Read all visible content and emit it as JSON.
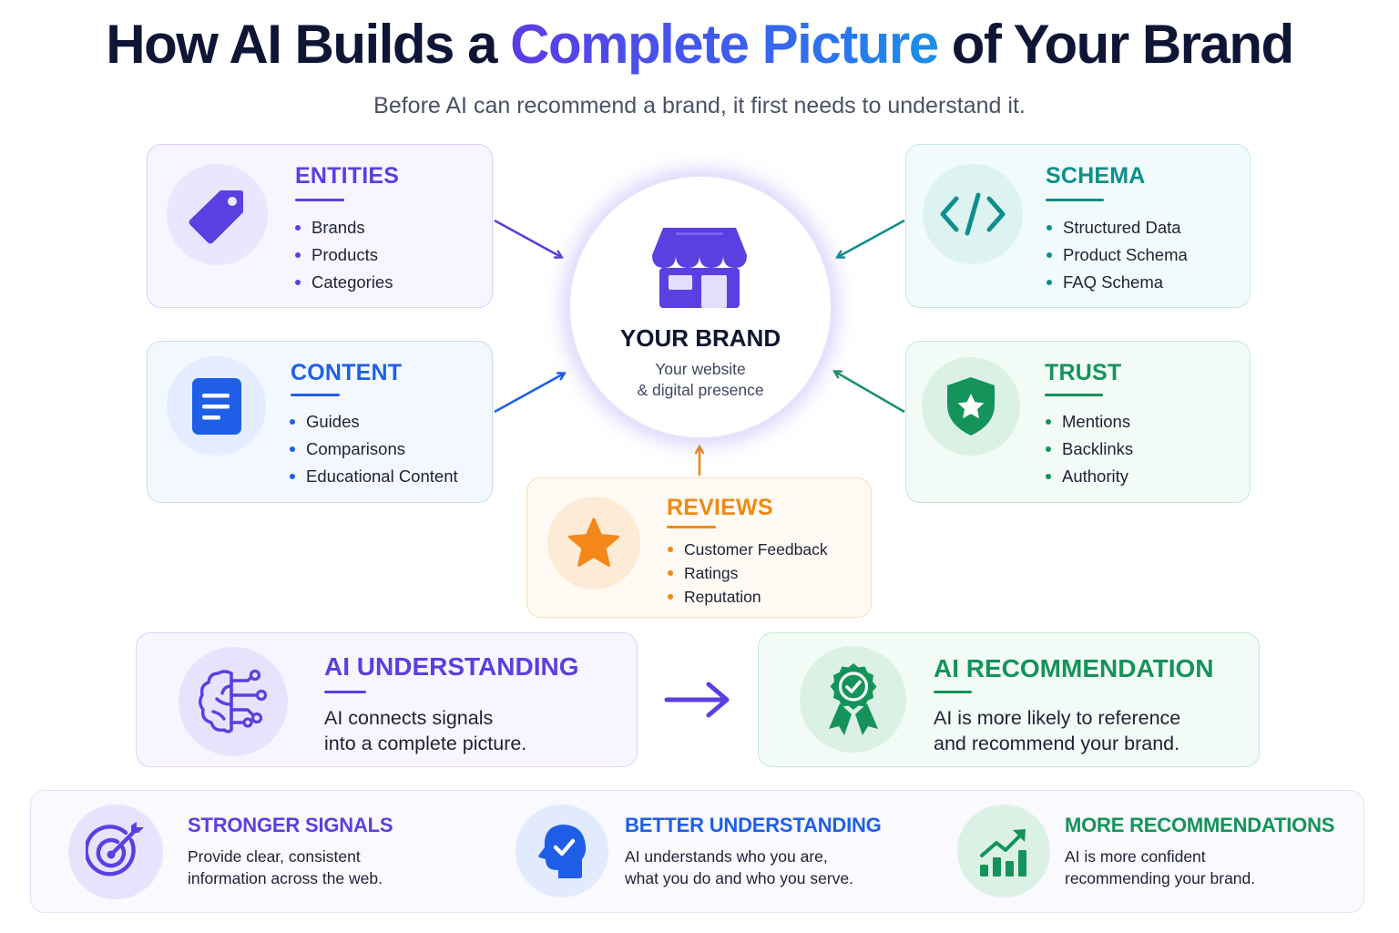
{
  "header": {
    "title_pre": "How AI Builds a ",
    "title_accent": "Complete Picture",
    "title_post": " of Your Brand",
    "subtitle": "Before AI can recommend a brand, it first needs to understand it."
  },
  "center": {
    "title": "YOUR BRAND",
    "subtitle_line1": "Your website",
    "subtitle_line2": "& digital presence",
    "icon": "storefront-icon"
  },
  "sources": {
    "entities": {
      "title": "ENTITIES",
      "icon": "tag-icon",
      "color": "#5b3fe0",
      "items": [
        "Brands",
        "Products",
        "Categories"
      ]
    },
    "content": {
      "title": "CONTENT",
      "icon": "document-icon",
      "color": "#1f5fe8",
      "items": [
        "Guides",
        "Comparisons",
        "Educational Content"
      ]
    },
    "schema": {
      "title": "SCHEMA",
      "icon": "code-icon",
      "color": "#0e8f8c",
      "items": [
        "Structured Data",
        "Product Schema",
        "FAQ Schema"
      ]
    },
    "trust": {
      "title": "TRUST",
      "icon": "shield-star-icon",
      "color": "#14935a",
      "items": [
        "Mentions",
        "Backlinks",
        "Authority"
      ]
    },
    "reviews": {
      "title": "REVIEWS",
      "icon": "star-icon",
      "color": "#f08a12",
      "items": [
        "Customer Feedback",
        "Ratings",
        "Reputation"
      ]
    }
  },
  "outcomes": {
    "understanding": {
      "title": "AI UNDERSTANDING",
      "icon": "ai-brain-icon",
      "color": "#5b3fe0",
      "line1": "AI connects signals",
      "line2": "into a complete picture."
    },
    "recommendation": {
      "title": "AI RECOMMENDATION",
      "icon": "award-badge-icon",
      "color": "#14935a",
      "line1": "AI is more likely to reference",
      "line2": "and recommend your brand."
    }
  },
  "steps": [
    {
      "title": "STRONGER SIGNALS",
      "icon": "target-icon",
      "color": "#5b3fe0",
      "line1": "Provide clear, consistent",
      "line2": "information across the web."
    },
    {
      "title": "BETTER UNDERSTANDING",
      "icon": "head-check-icon",
      "color": "#1f5fe8",
      "line1": "AI understands who you are,",
      "line2": "what you do and who you serve."
    },
    {
      "title": "MORE RECOMMENDATIONS",
      "icon": "growth-chart-icon",
      "color": "#14935a",
      "line1": "AI is more confident",
      "line2": "recommending your brand."
    }
  ]
}
